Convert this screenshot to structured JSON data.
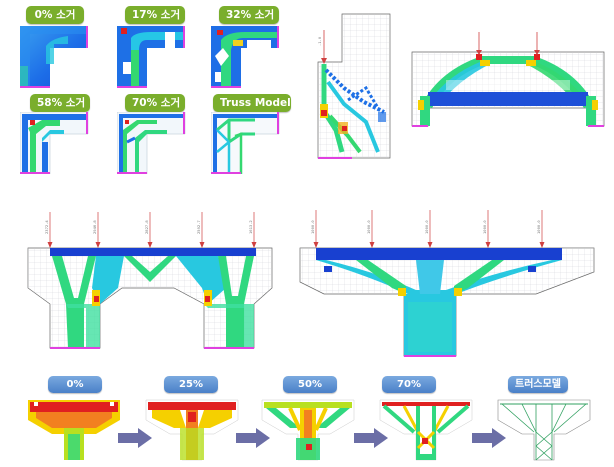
{
  "top_badges": [
    "0% 소거",
    "17% 소거",
    "32% 소거",
    "58% 소거",
    "70% 소거",
    "Truss Model"
  ],
  "bottom_badges": [
    "0%",
    "25%",
    "50%",
    "70%",
    "트러스모델"
  ],
  "colors": {
    "badge_green": "#7aae2c",
    "badge_blue": "#4a80c8",
    "arrow_fill": "#6b6ea6",
    "max_stress": "#e02020",
    "high_stress": "#f5d000",
    "mid_stress": "#30e060",
    "low_stress": "#1060e0",
    "support_magenta": "#e040e0"
  },
  "load_labels_mid_left": [
    "2372.4",
    "2946.8",
    "2827.8",
    "2592.7",
    "1613.2"
  ],
  "load_labels_mid_right": [
    "1000.0",
    "1000.0",
    "1000.0",
    "1000.0",
    "1000.0"
  ]
}
